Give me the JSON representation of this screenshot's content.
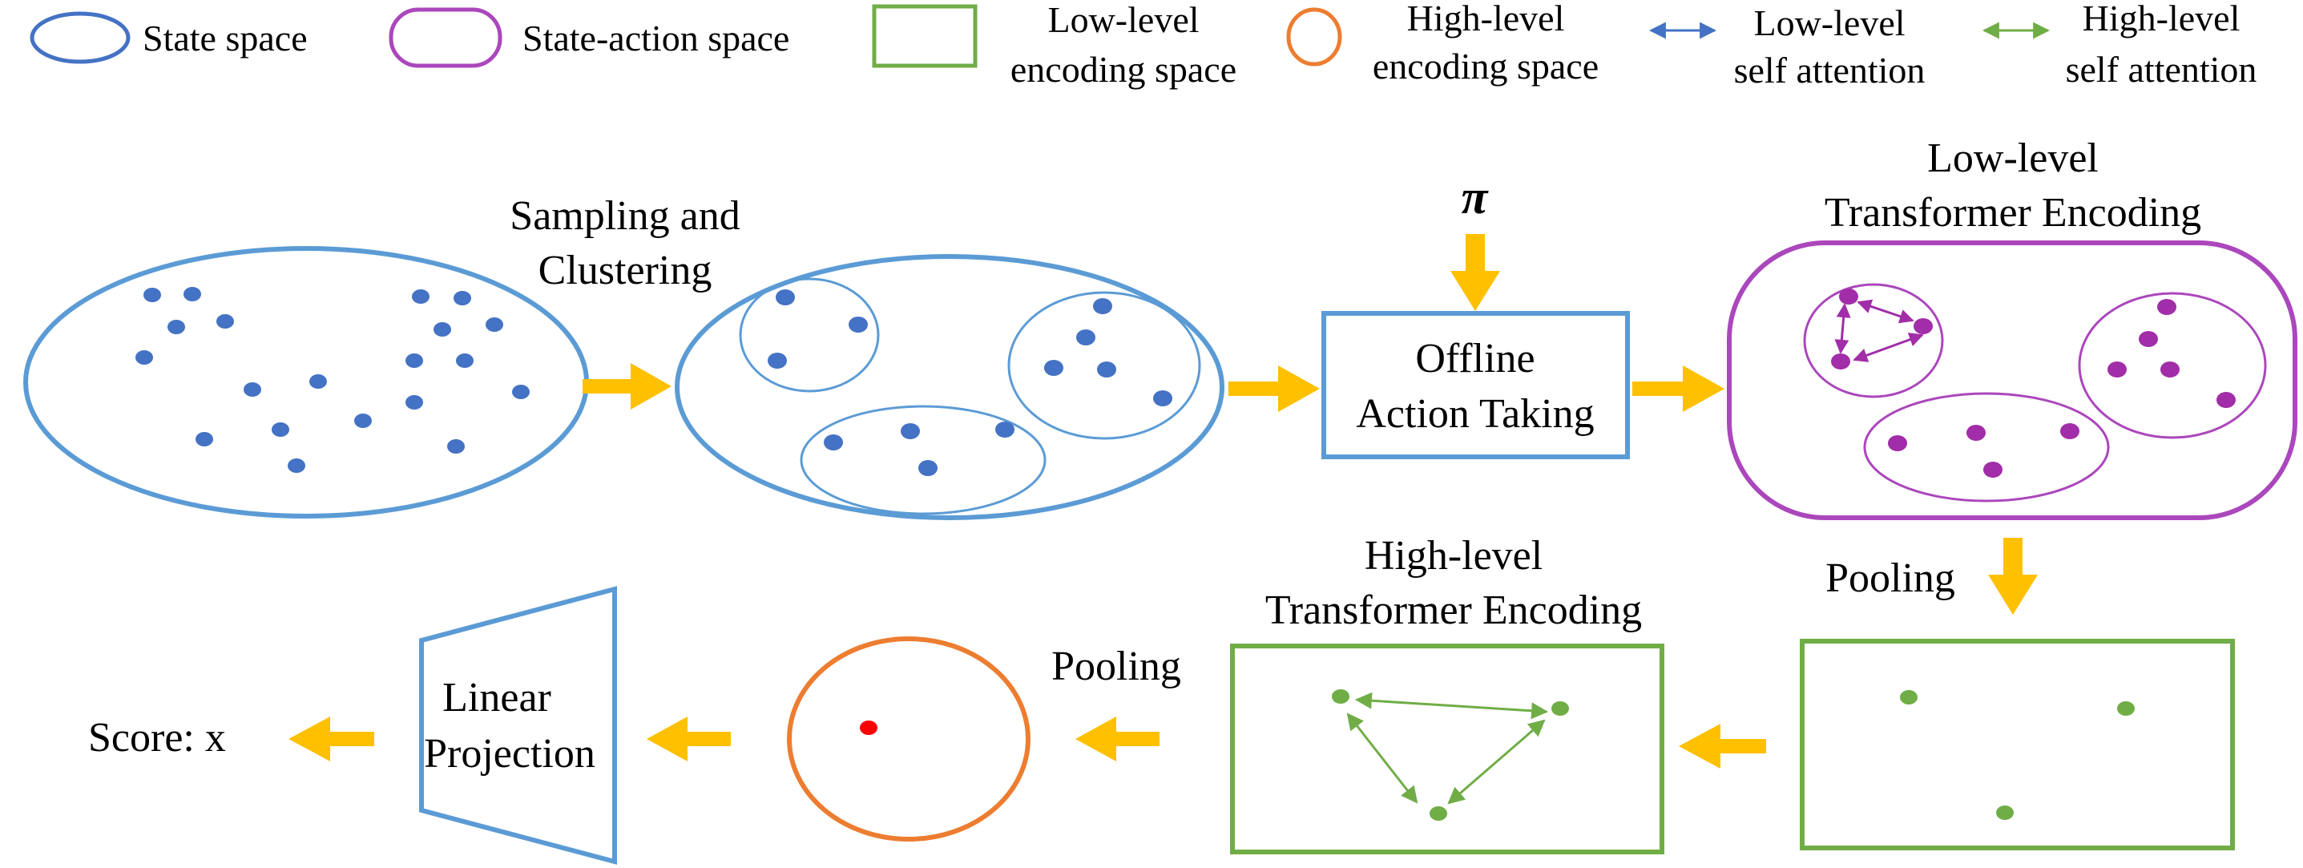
{
  "colors": {
    "state_blue": "#5B9BD5",
    "dot_blue": "#4472C4",
    "state_action_purple": "#AB47BC",
    "dot_purple": "#A12DA8",
    "low_level_green": "#70AD47",
    "high_level_orange": "#ED7D31",
    "arrow_yellow": "#FFC000",
    "output_red": "#FF0000",
    "low_attention_blue": "#4472C4",
    "high_attention_green": "#70AD47"
  },
  "legend": {
    "state_space": "State space",
    "state_action_space": "State-action space",
    "low_encoding_line1": "Low-level",
    "low_encoding_line2": "encoding space",
    "high_encoding_line1": "High-level",
    "high_encoding_line2": "encoding space",
    "low_attention_line1": "Low-level",
    "low_attention_line2": "self attention",
    "high_attention_line1": "High-level",
    "high_attention_line2": "self attention"
  },
  "labels": {
    "sampling_line1": "Sampling and",
    "sampling_line2": "Clustering",
    "policy_symbol": "π",
    "offline_line1": "Offline",
    "offline_line2": "Action Taking",
    "low_transformer_line1": "Low-level",
    "low_transformer_line2": "Transformer Encoding",
    "pooling_low": "Pooling",
    "high_transformer_line1": "High-level",
    "high_transformer_line2": "Transformer Encoding",
    "pooling_high": "Pooling",
    "linear_line1": "Linear",
    "linear_line2": "Projection",
    "score": "Score: x"
  }
}
